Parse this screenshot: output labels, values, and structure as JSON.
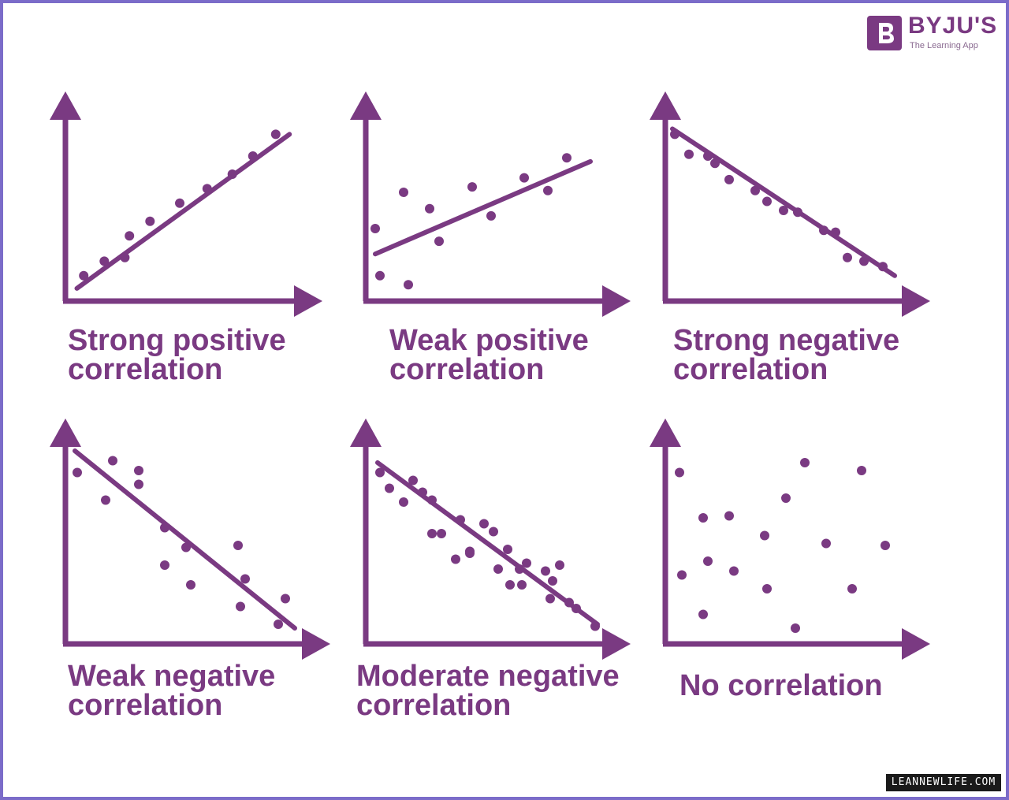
{
  "colors": {
    "accent": "#7a3a82",
    "frame": "#7b6cc9",
    "background": "#ffffff"
  },
  "brand": {
    "name": "BYJU'S",
    "tagline": "The Learning App",
    "icon": "byjus-b-icon"
  },
  "watermark": "LEANNEWLIFE.COM",
  "chart_data": [
    {
      "type": "scatter",
      "title": [
        "Strong positive",
        "correlation"
      ],
      "xlim": [
        0,
        100
      ],
      "ylim": [
        0,
        100
      ],
      "points": [
        [
          8,
          14
        ],
        [
          17,
          22
        ],
        [
          26,
          24
        ],
        [
          28,
          36
        ],
        [
          37,
          44
        ],
        [
          50,
          54
        ],
        [
          62,
          62
        ],
        [
          73,
          70
        ],
        [
          82,
          80
        ],
        [
          92,
          92
        ]
      ],
      "trend": [
        [
          5,
          7
        ],
        [
          98,
          92
        ]
      ]
    },
    {
      "type": "scatter",
      "title": [
        "Weak positive",
        "correlation"
      ],
      "xlim": [
        0,
        100
      ],
      "ylim": [
        0,
        100
      ],
      "points": [
        [
          4,
          40
        ],
        [
          6,
          14
        ],
        [
          16,
          60
        ],
        [
          18,
          9
        ],
        [
          27,
          51
        ],
        [
          31,
          33
        ],
        [
          45,
          63
        ],
        [
          53,
          47
        ],
        [
          67,
          68
        ],
        [
          77,
          61
        ],
        [
          85,
          79
        ]
      ],
      "trend": [
        [
          4,
          26
        ],
        [
          95,
          77
        ]
      ]
    },
    {
      "type": "scatter",
      "title": [
        "Strong negative",
        "correlation"
      ],
      "xlim": [
        0,
        100
      ],
      "ylim": [
        0,
        100
      ],
      "points": [
        [
          4,
          92
        ],
        [
          10,
          81
        ],
        [
          18,
          80
        ],
        [
          21,
          76
        ],
        [
          27,
          67
        ],
        [
          38,
          61
        ],
        [
          43,
          55
        ],
        [
          50,
          50
        ],
        [
          56,
          49
        ],
        [
          67,
          39
        ],
        [
          72,
          38
        ],
        [
          77,
          24
        ],
        [
          84,
          22
        ],
        [
          92,
          19
        ]
      ],
      "trend": [
        [
          3,
          95
        ],
        [
          97,
          14
        ]
      ]
    },
    {
      "type": "scatter",
      "title": [
        "Weak negative",
        "correlation"
      ],
      "xlim": [
        0,
        100
      ],
      "ylim": [
        0,
        100
      ],
      "points": [
        [
          5,
          87
        ],
        [
          17,
          73
        ],
        [
          20,
          93
        ],
        [
          31,
          88
        ],
        [
          31,
          81
        ],
        [
          42,
          59
        ],
        [
          42,
          40
        ],
        [
          51,
          49
        ],
        [
          53,
          30
        ],
        [
          73,
          50
        ],
        [
          74,
          19
        ],
        [
          76,
          33
        ],
        [
          90,
          10
        ],
        [
          93,
          23
        ]
      ],
      "trend": [
        [
          4,
          98
        ],
        [
          97,
          8
        ]
      ]
    },
    {
      "type": "scatter",
      "title": [
        "Moderate negative",
        "correlation"
      ],
      "xlim": [
        0,
        100
      ],
      "ylim": [
        0,
        100
      ],
      "points": [
        [
          6,
          87
        ],
        [
          10,
          79
        ],
        [
          16,
          72
        ],
        [
          20,
          83
        ],
        [
          24,
          77
        ],
        [
          28,
          56
        ],
        [
          28,
          73
        ],
        [
          32,
          56
        ],
        [
          38,
          43
        ],
        [
          40,
          63
        ],
        [
          44,
          47
        ],
        [
          44,
          46
        ],
        [
          50,
          61
        ],
        [
          54,
          57
        ],
        [
          56,
          38
        ],
        [
          60,
          48
        ],
        [
          61,
          30
        ],
        [
          65,
          38
        ],
        [
          66,
          30
        ],
        [
          68,
          41
        ],
        [
          76,
          37
        ],
        [
          78,
          23
        ],
        [
          79,
          32
        ],
        [
          82,
          40
        ],
        [
          86,
          21
        ],
        [
          89,
          18
        ],
        [
          97,
          9
        ]
      ],
      "trend": [
        [
          5,
          92
        ],
        [
          98,
          10
        ]
      ]
    },
    {
      "type": "scatter",
      "title": [
        "No correlation"
      ],
      "xlim": [
        0,
        100
      ],
      "ylim": [
        0,
        100
      ],
      "points": [
        [
          6,
          87
        ],
        [
          7,
          35
        ],
        [
          16,
          64
        ],
        [
          16,
          15
        ],
        [
          18,
          42
        ],
        [
          27,
          65
        ],
        [
          29,
          37
        ],
        [
          42,
          55
        ],
        [
          43,
          28
        ],
        [
          51,
          74
        ],
        [
          55,
          8
        ],
        [
          59,
          92
        ],
        [
          68,
          51
        ],
        [
          79,
          28
        ],
        [
          83,
          88
        ],
        [
          93,
          50
        ]
      ],
      "trend": []
    }
  ]
}
